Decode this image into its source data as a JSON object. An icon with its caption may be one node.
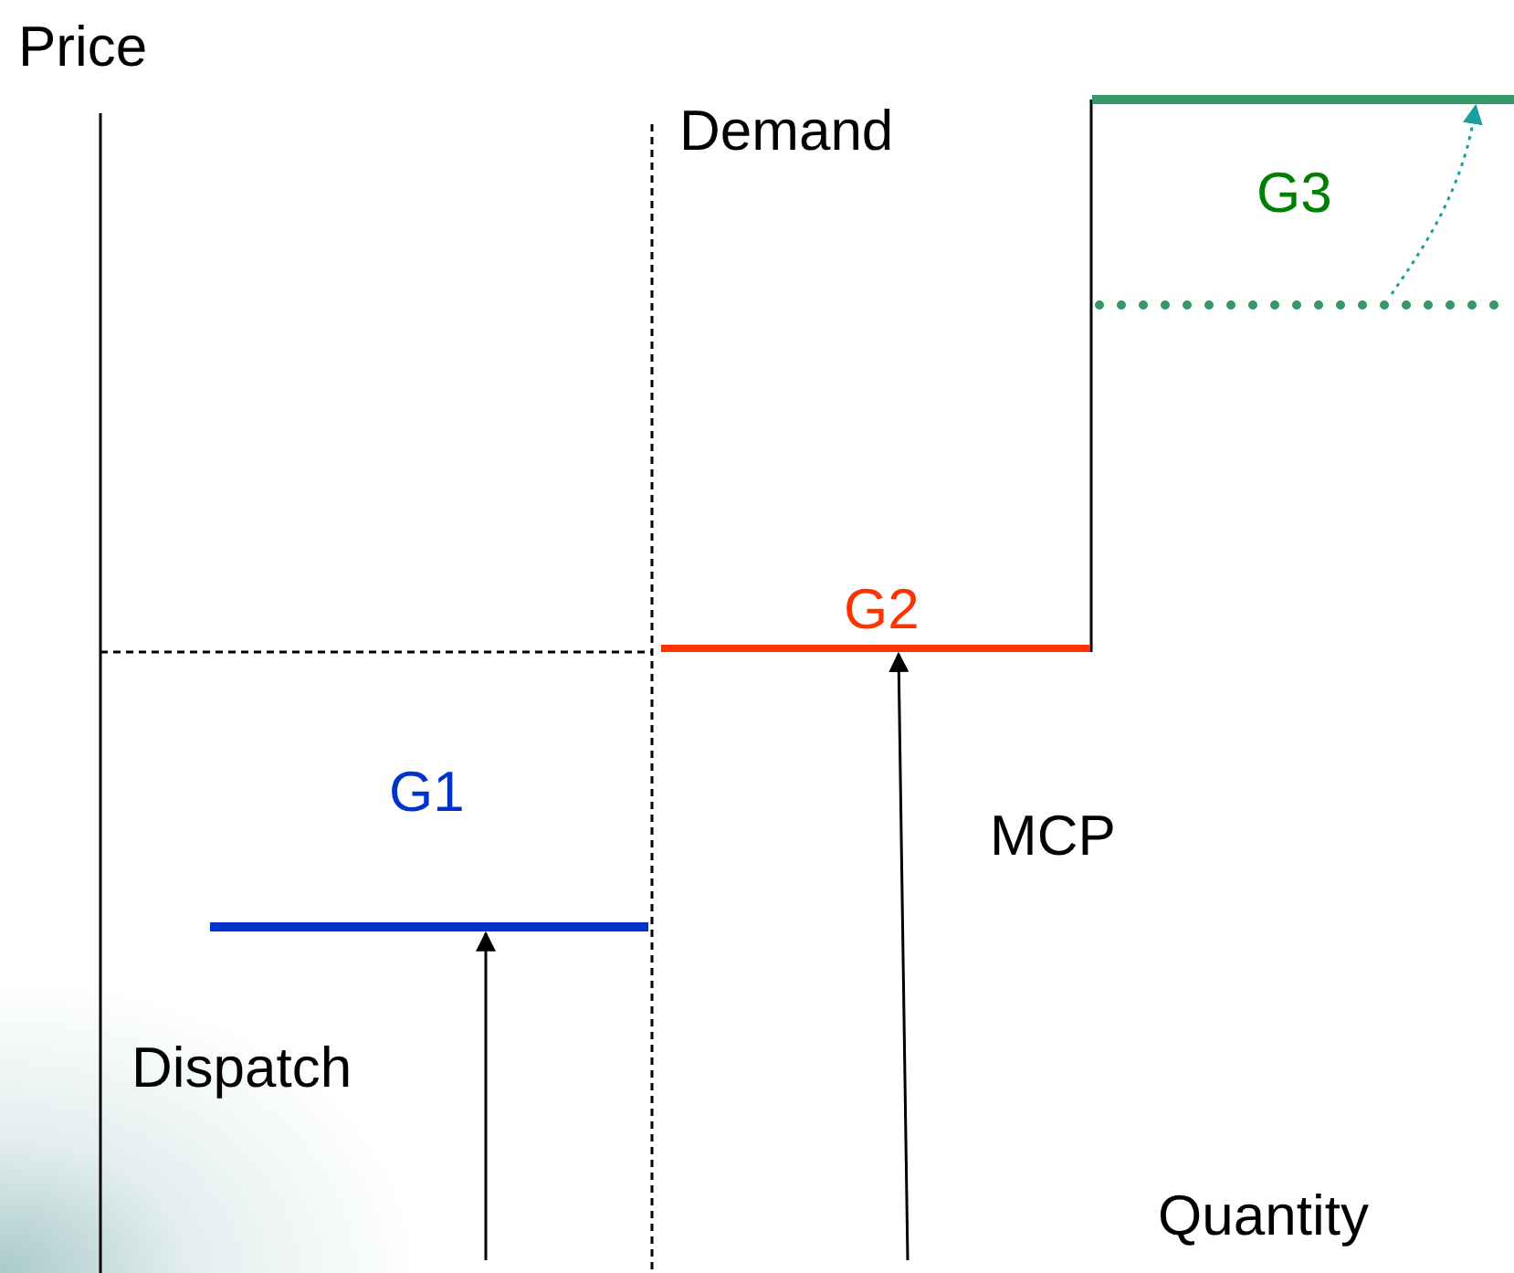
{
  "diagram": {
    "nodes": [
      {
        "text": [
          "G1"
        ]
      },
      {
        "text": [
          "G2"
        ]
      },
      {
        "text": [
          "G3"
        ]
      },
      {
        "text": [],
        "shape": "bar"
      }
    ],
    "edges": [
      {
        "from": null,
        "to": 0,
        "arrow": "to"
      },
      {
        "from": null,
        "to": 1,
        "arrow": "to"
      },
      {
        "from": 3,
        "to": 2,
        "arrow": "to",
        "style": "dashed",
        "color": "#1a9e9e"
      },
      {
        "from": 1,
        "to": 2,
        "arrow": "none"
      }
    ],
    "labels": [
      "Price",
      "Demand",
      "Dispatch",
      "MCP",
      "Quantity"
    ]
  }
}
